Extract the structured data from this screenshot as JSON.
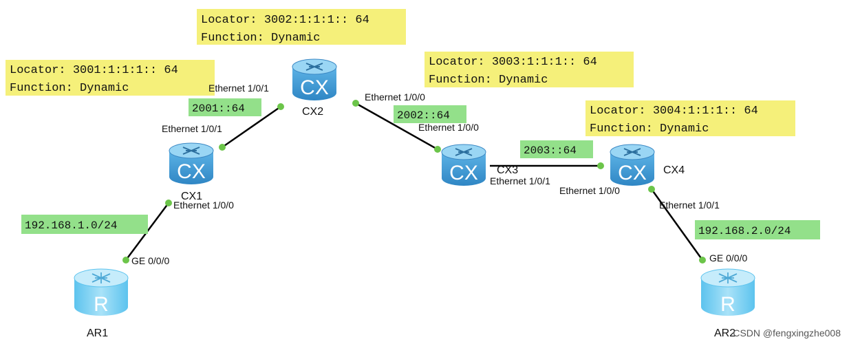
{
  "colors": {
    "locator_bg": "#f5f07a",
    "subnet_bg": "#93e08a",
    "link": "#000000",
    "port_dot": "#6cc54a",
    "device_top": "#8fd0f2",
    "device_body": "#3b9ad6"
  },
  "locators": [
    {
      "id": "cx1",
      "locator": "Locator: 3001:1:1:1:: 64",
      "function": "Function: Dynamic"
    },
    {
      "id": "cx2",
      "locator": "Locator: 3002:1:1:1:: 64",
      "function": "Function: Dynamic"
    },
    {
      "id": "cx3",
      "locator": "Locator: 3003:1:1:1:: 64",
      "function": "Function: Dynamic"
    },
    {
      "id": "cx4",
      "locator": "Locator: 3004:1:1:1:: 64",
      "function": "Function: Dynamic"
    }
  ],
  "subnets": [
    "2001::64",
    "2002::64",
    "2003::64",
    "192.168.1.0/24",
    "192.168.2.0/24"
  ],
  "devices": [
    {
      "name": "CX1",
      "icon": "cx-router-icon"
    },
    {
      "name": "CX2",
      "icon": "cx-router-icon"
    },
    {
      "name": "CX3",
      "icon": "cx-router-icon"
    },
    {
      "name": "CX4",
      "icon": "cx-router-icon"
    },
    {
      "name": "AR1",
      "icon": "ar-router-icon"
    },
    {
      "name": "AR2",
      "icon": "ar-router-icon"
    }
  ],
  "ports": {
    "cx2_to_cx1": "Ethernet 1/0/1",
    "cx1_to_cx2": "Ethernet 1/0/1",
    "cx2_to_cx3": "Ethernet 1/0/0",
    "cx3_to_cx2": "Ethernet 1/0/0",
    "cx3_to_cx4": "Ethernet 1/0/1",
    "cx4_to_cx3": "Ethernet 1/0/0",
    "cx1_to_ar1": "Ethernet 1/0/0",
    "ar1_to_cx1": "GE 0/0/0",
    "cx4_to_ar2": "Ethernet 1/0/1",
    "ar2_to_cx4": "GE 0/0/0"
  },
  "watermark": "CSDN @fengxingzhe008"
}
